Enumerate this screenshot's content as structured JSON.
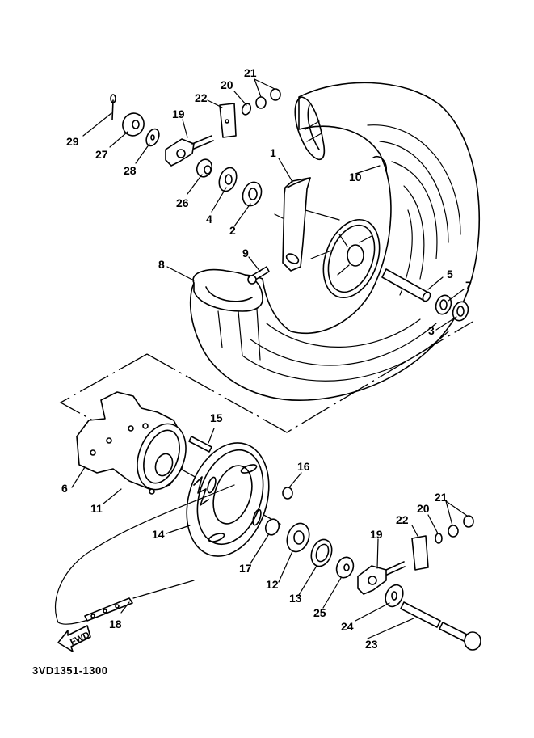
{
  "diagram": {
    "title": "Rear wheel exploded parts diagram",
    "drawing_code": "3VD1351-1300",
    "direction_arrow": "FWD",
    "colors": {
      "line": "#000000",
      "background": "#ffffff"
    },
    "callouts": [
      {
        "num": "1",
        "part": "wheel-hub-casting"
      },
      {
        "num": "2",
        "part": "bearing"
      },
      {
        "num": "3",
        "part": "bearing"
      },
      {
        "num": "4",
        "part": "oil-seal"
      },
      {
        "num": "5",
        "part": "spacer-tube"
      },
      {
        "num": "6",
        "part": "hub-damper"
      },
      {
        "num": "7",
        "part": "oil-seal"
      },
      {
        "num": "8",
        "part": "tire"
      },
      {
        "num": "9",
        "part": "valve-stem"
      },
      {
        "num": "10",
        "part": "rim-band"
      },
      {
        "num": "11",
        "part": "sprocket-hub"
      },
      {
        "num": "12",
        "part": "bearing"
      },
      {
        "num": "13",
        "part": "oil-seal"
      },
      {
        "num": "14",
        "part": "sprocket"
      },
      {
        "num": "15",
        "part": "stud-bolt"
      },
      {
        "num": "16",
        "part": "nut"
      },
      {
        "num": "17",
        "part": "collar"
      },
      {
        "num": "18",
        "part": "drive-chain"
      },
      {
        "num": "19",
        "part": "chain-puller"
      },
      {
        "num": "20",
        "part": "washer"
      },
      {
        "num": "21",
        "part": "nut"
      },
      {
        "num": "22",
        "part": "chain-puller-plate"
      },
      {
        "num": "23",
        "part": "axle"
      },
      {
        "num": "24",
        "part": "washer"
      },
      {
        "num": "25",
        "part": "collar"
      },
      {
        "num": "26",
        "part": "collar"
      },
      {
        "num": "27",
        "part": "axle-nut"
      },
      {
        "num": "28",
        "part": "washer"
      },
      {
        "num": "29",
        "part": "cotter-pin"
      }
    ],
    "labels": {
      "l1": "1",
      "l2": "2",
      "l3": "3",
      "l4": "4",
      "l5": "5",
      "l6": "6",
      "l7": "7",
      "l8": "8",
      "l9": "9",
      "l10": "10",
      "l11": "11",
      "l12": "12",
      "l13": "13",
      "l14": "14",
      "l15": "15",
      "l16": "16",
      "l17": "17",
      "l18": "18",
      "l19a": "19",
      "l19b": "19",
      "l20a": "20",
      "l20b": "20",
      "l21a": "21",
      "l21b": "21",
      "l22a": "22",
      "l22b": "22",
      "l23": "23",
      "l24": "24",
      "l25": "25",
      "l26": "26",
      "l27": "27",
      "l28": "28",
      "l29": "29"
    }
  }
}
